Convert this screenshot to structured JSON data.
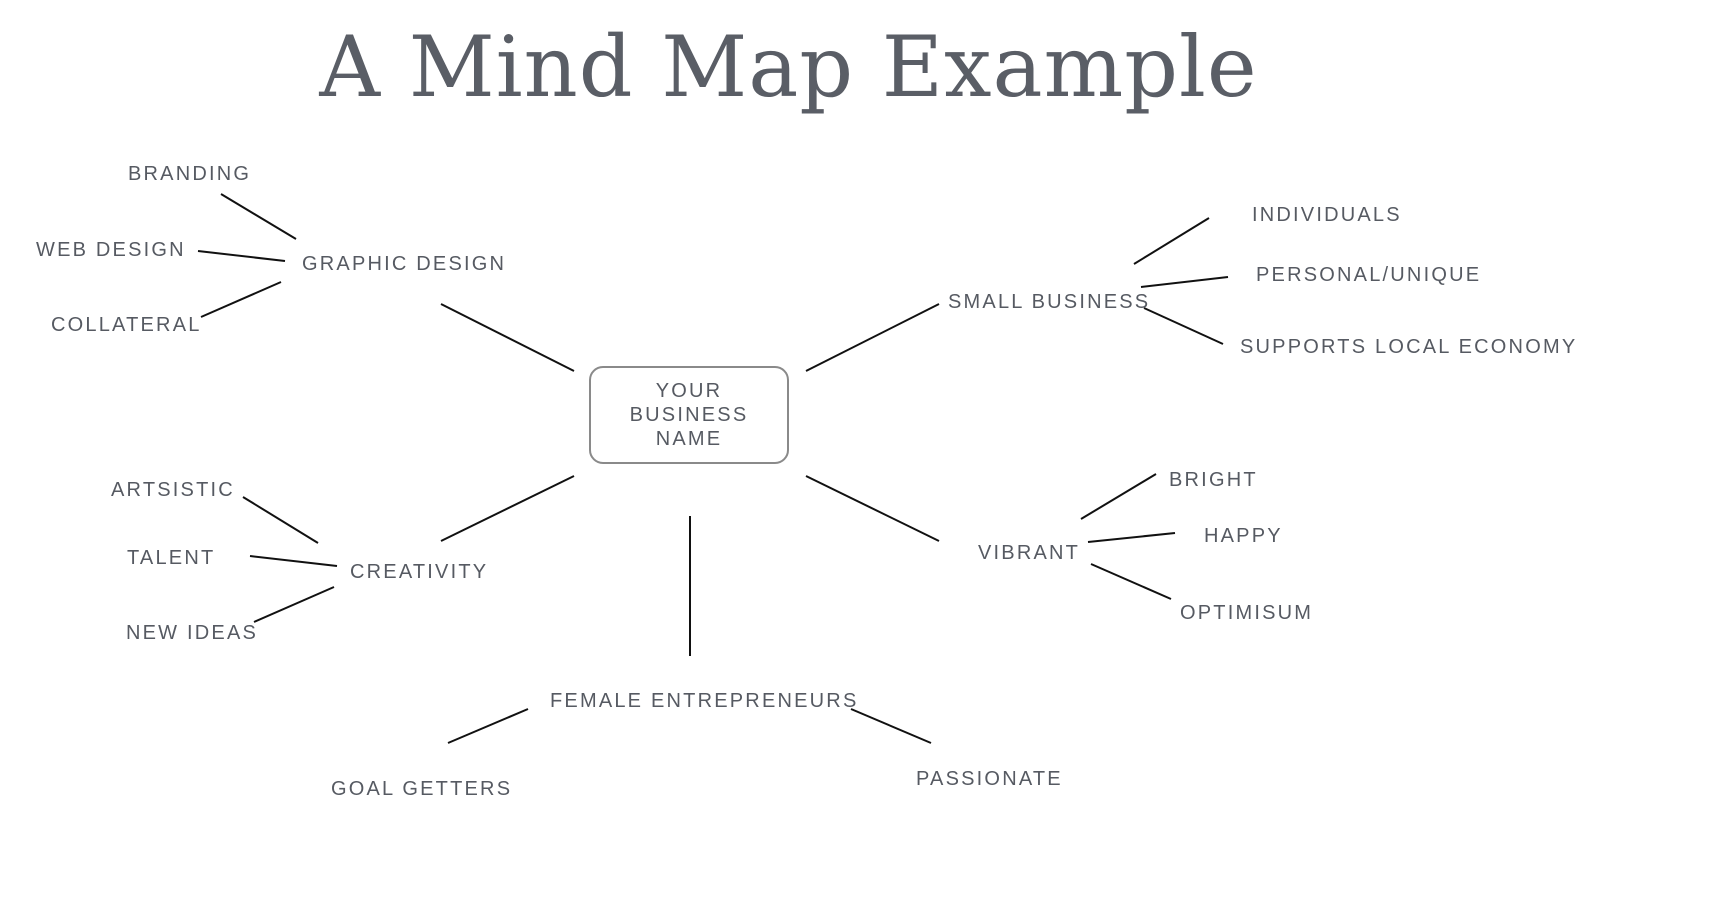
{
  "title": "A Mind Map Example",
  "colors": {
    "text": "#565a62",
    "line": "#111111",
    "box_border": "#8a8a8a"
  },
  "center": {
    "label": "YOUR BUSINESS NAME"
  },
  "branches": {
    "graphic_design": {
      "label": "GRAPHIC DESIGN",
      "children": [
        "BRANDING",
        "WEB DESIGN",
        "COLLATERAL"
      ]
    },
    "small_business": {
      "label": "SMALL BUSINESS",
      "children": [
        "INDIVIDUALS",
        "PERSONAL/UNIQUE",
        "SUPPORTS LOCAL ECONOMY"
      ]
    },
    "creativity": {
      "label": "CREATIVITY",
      "children": [
        "ARTSISTIC",
        "TALENT",
        "NEW IDEAS"
      ]
    },
    "vibrant": {
      "label": "VIBRANT",
      "children": [
        "BRIGHT",
        "HAPPY",
        "OPTIMISUM"
      ]
    },
    "female_entrepreneurs": {
      "label": "FEMALE ENTREPRENEURS",
      "children": [
        "GOAL GETTERS",
        "PASSIONATE"
      ]
    }
  }
}
